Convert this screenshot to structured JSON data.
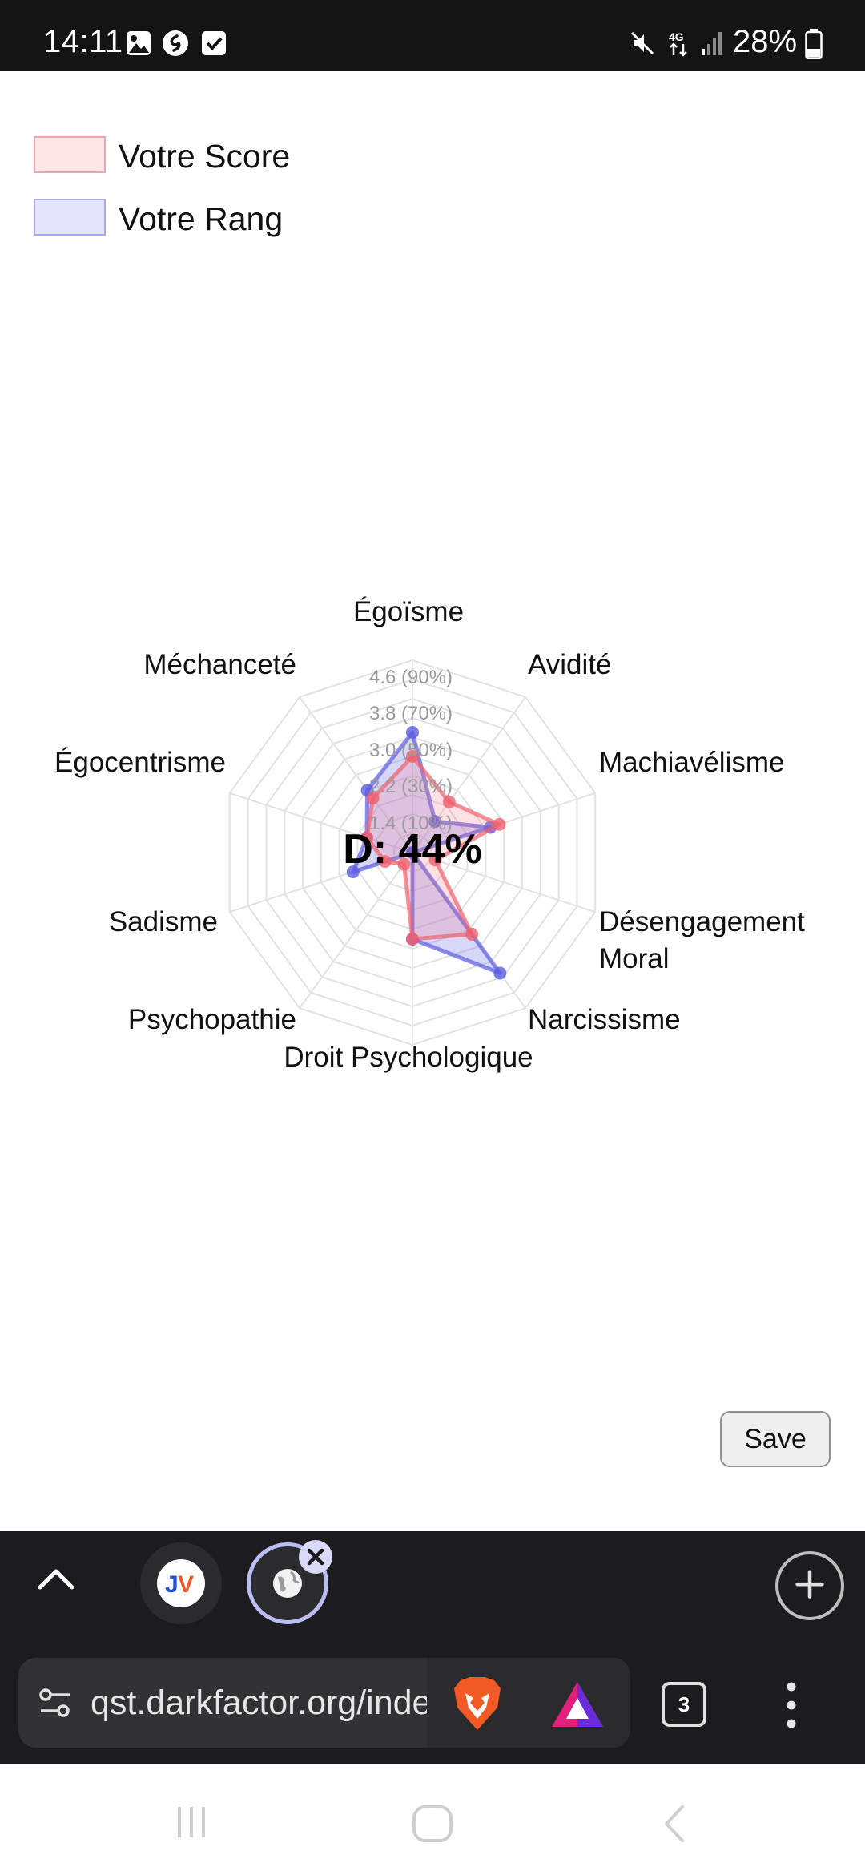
{
  "status_bar": {
    "time": "14:11",
    "battery": "28%",
    "left_icons": [
      "image-icon",
      "shazam-icon",
      "checkbox-icon"
    ],
    "right_icons": [
      "mute-icon",
      "4g-icon",
      "signal-icon",
      "battery-icon"
    ]
  },
  "legend": [
    {
      "label": "Votre Score",
      "fill": "#fde6e8",
      "stroke": "#f4a3ab"
    },
    {
      "label": "Votre Rang",
      "fill": "#e4e4fb",
      "stroke": "#a9a9ea"
    }
  ],
  "chart_data": {
    "type": "radar",
    "center_label": "D: 44%",
    "axes": [
      "Égoïsme",
      "Avidité",
      "Machiavélisme",
      "Désengagement Moral",
      "Narcissisme",
      "Droit Psychologique",
      "Psychopathie",
      "Sadisme",
      "Égocentrisme",
      "Méchanceté"
    ],
    "tick_labels": [
      "1.4  (10%)",
      "2.2  (30%)",
      "3.0  (50%)",
      "3.8  (70%)",
      "4.6  (90%)"
    ],
    "range": [
      1,
      5
    ],
    "series": [
      {
        "name": "Votre Score",
        "color": "#f0606c",
        "fill": "rgba(244,120,130,0.22)",
        "values": [
          3.0,
          2.3,
          2.9,
          1.5,
          3.1,
          2.8,
          1.3,
          1.6,
          2.0,
          2.4
        ]
      },
      {
        "name": "Votre Rang",
        "color": "#5b5be0",
        "fill": "rgba(110,110,230,0.28)",
        "values": [
          3.5,
          1.8,
          2.7,
          1.0,
          4.1,
          2.8,
          1.0,
          2.3,
          2.0,
          2.6
        ]
      }
    ]
  },
  "save_label": "Save",
  "browser": {
    "url": "qst.darkfactor.org/index",
    "tab_count": "3"
  }
}
